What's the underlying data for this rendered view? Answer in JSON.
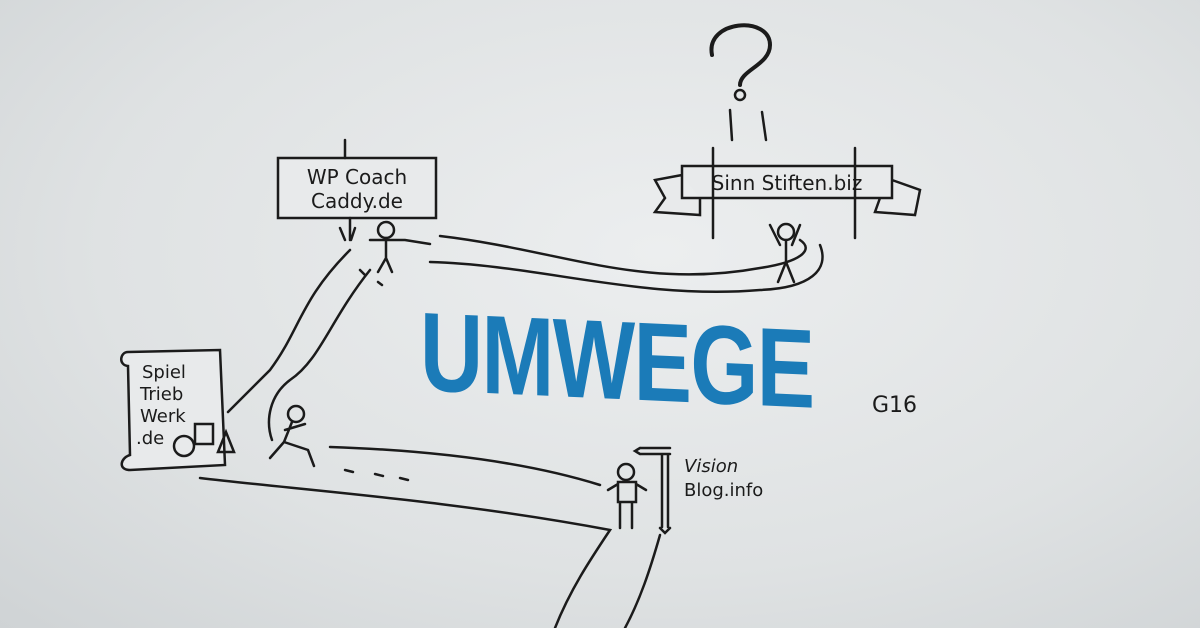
{
  "title": "UMWEGE",
  "colors": {
    "title": "#1b7bb8",
    "ink": "#1b1b1b",
    "paper": "#e4e6e7"
  },
  "signs": {
    "wp_coach": [
      "WP Coach",
      "Caddy.de"
    ],
    "sinn_stiften": "Sinn Stiften.biz",
    "spiel_trieb": [
      "Spiel",
      "Trieb",
      "Werk",
      ".de"
    ],
    "vision_blog": [
      "Vision",
      "Blog.info"
    ]
  },
  "signature": "G16",
  "question_mark": "?"
}
